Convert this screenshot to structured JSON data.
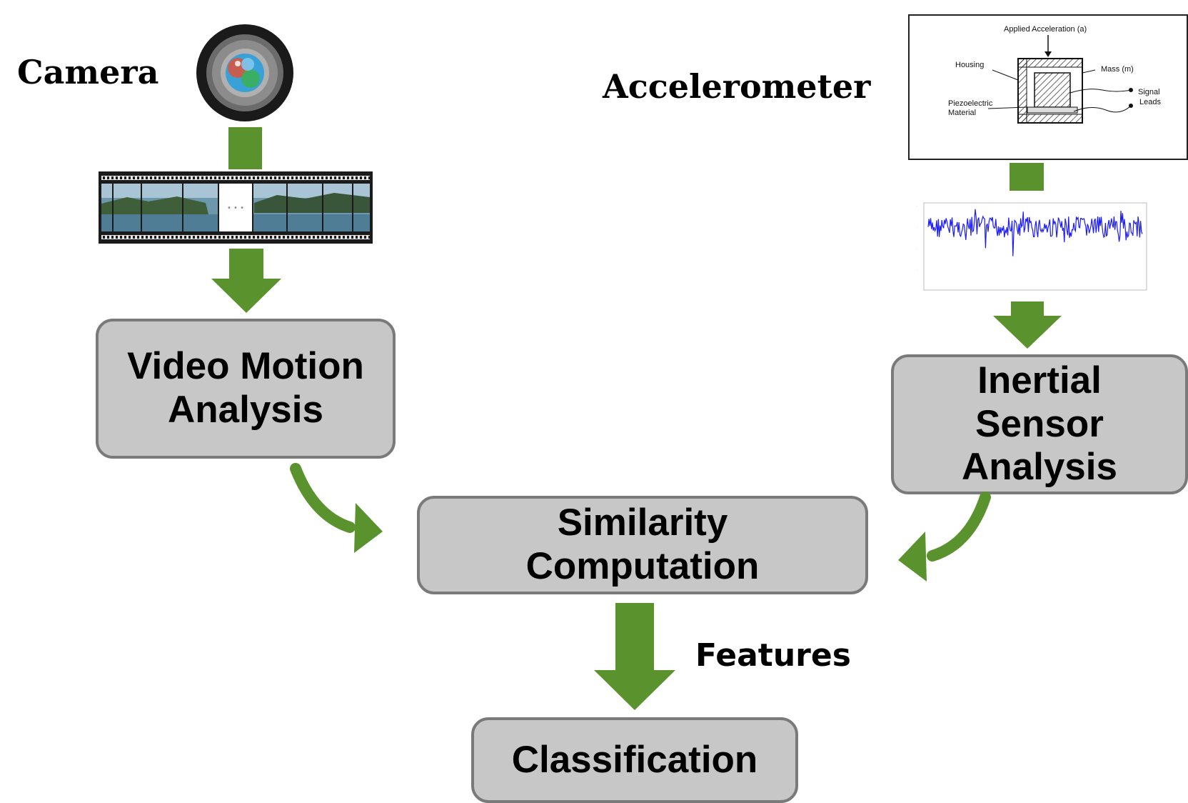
{
  "labels": {
    "camera": "Camera",
    "accelerometer": "Accelerometer",
    "features": "Features"
  },
  "boxes": {
    "video_motion": "Video Motion\nAnalysis",
    "inertial_sensor": "Inertial\nSensor\nAnalysis",
    "similarity": "Similarity\nComputation",
    "classification": "Classification"
  },
  "accelerometer_diagram": {
    "applied_acceleration": "Applied Acceleration (a)",
    "housing": "Housing",
    "mass": "Mass (m)",
    "piezoelectric": "Piezoelectric",
    "material": "Material",
    "signal": "Signal",
    "leads": "Leads"
  },
  "colors": {
    "arrow_green": "#5a922e",
    "box_fill": "#c7c7c7",
    "box_border": "#7a7a7a",
    "signal_blue": "#1a1aff"
  }
}
